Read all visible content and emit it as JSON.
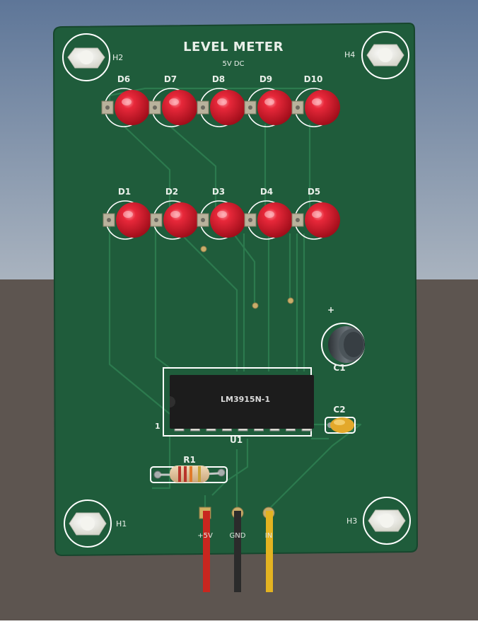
{
  "board": {
    "title": "LEVEL METER",
    "subtitle": "5V DC",
    "mounting_holes": [
      "H1",
      "H2",
      "H3",
      "H4"
    ],
    "leds_top_row": [
      "D6",
      "D7",
      "D8",
      "D9",
      "D10"
    ],
    "leds_bottom_row": [
      "D1",
      "D2",
      "D3",
      "D4",
      "D5"
    ],
    "ic": {
      "ref": "U1",
      "part": "LM3915N-1",
      "pin1_marker": "1"
    },
    "capacitors": {
      "c1": "C1",
      "c1_polarity": "+",
      "c2": "C2"
    },
    "resistor": "R1",
    "wires": [
      {
        "label": "+5V",
        "color": "#c8261f"
      },
      {
        "label": "GND",
        "color": "#2b2b2b"
      },
      {
        "label": "IN",
        "color": "#e3b321"
      }
    ],
    "board_color": "#1e5b3a",
    "led_color": "#d3192a"
  }
}
